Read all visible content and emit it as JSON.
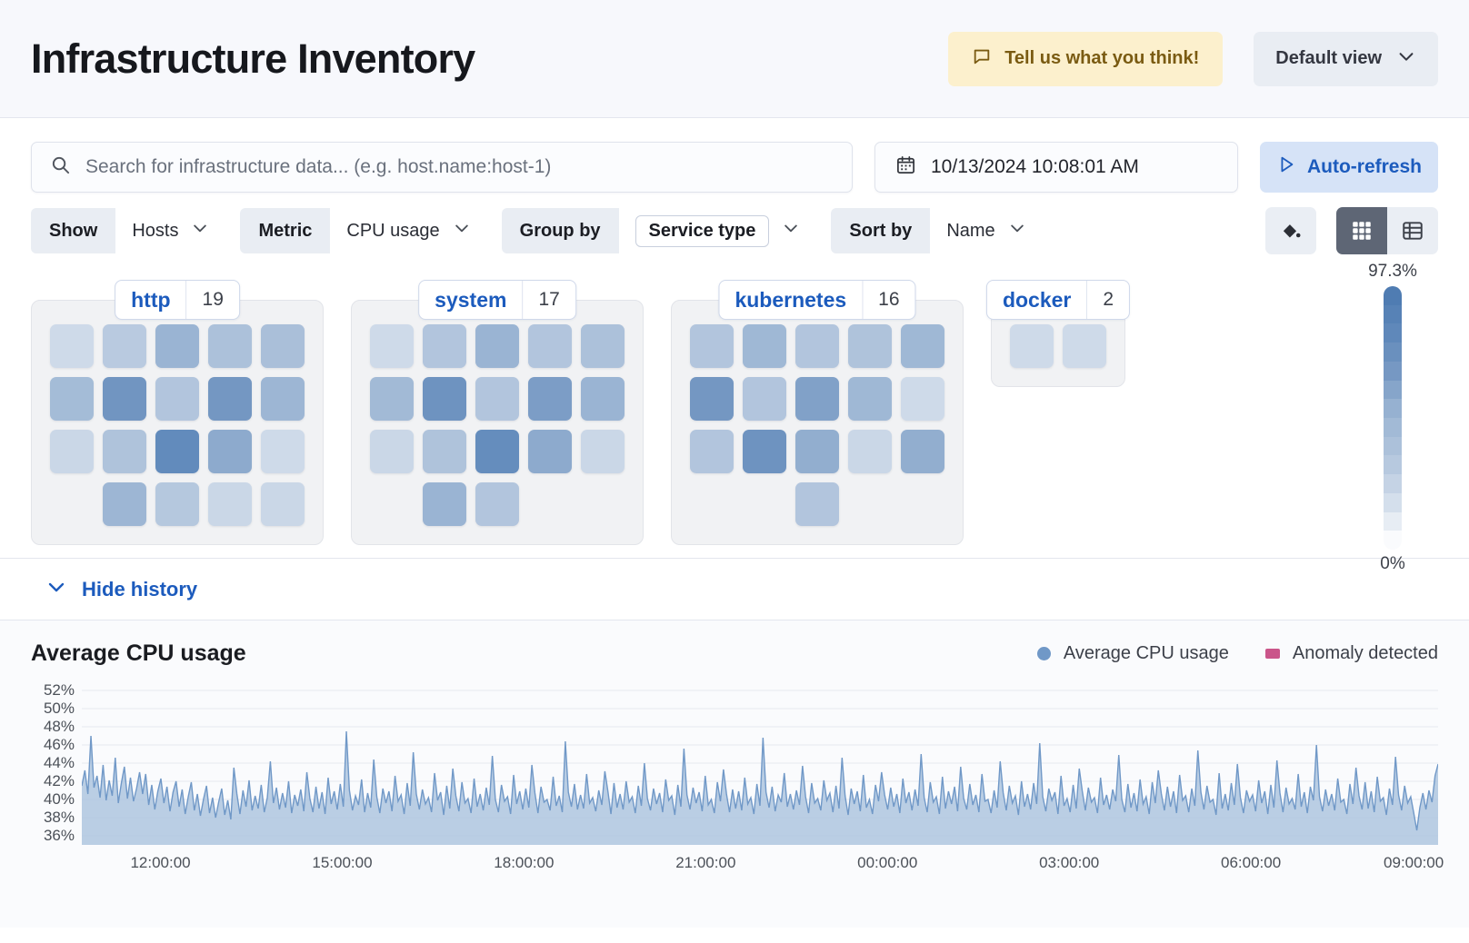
{
  "header": {
    "title": "Infrastructure Inventory",
    "feedback_label": "Tell us what you think!",
    "feedback_icon": "comment-icon",
    "view_label": "Default view",
    "view_chevron": "chevron-down-icon"
  },
  "query": {
    "search_placeholder": "Search for infrastructure data... (e.g. host.name:host-1)",
    "search_value": "",
    "search_icon": "search-icon",
    "date_value": "10/13/2024 10:08:01 AM",
    "date_icon": "calendar-icon",
    "refresh_label": "Auto-refresh",
    "refresh_icon": "play-icon"
  },
  "filters": [
    {
      "label": "Show",
      "value": "Hosts",
      "boxed": false
    },
    {
      "label": "Metric",
      "value": "CPU usage",
      "boxed": false
    },
    {
      "label": "Group by",
      "value": "Service type",
      "boxed": true
    },
    {
      "label": "Sort by",
      "value": "Name",
      "boxed": false
    }
  ],
  "toolbar": {
    "fill_icon": "paint-bucket-icon",
    "grid_view_icon": "grid-view-icon",
    "table_view_icon": "table-view-icon",
    "active_view": "grid"
  },
  "groups": [
    {
      "name": "http",
      "count": "19",
      "rows": [
        [
          {
            "v": 0.18
          },
          {
            "v": 0.3
          },
          {
            "v": 0.52
          },
          {
            "v": 0.38
          },
          {
            "v": 0.4
          }
        ],
        [
          {
            "v": 0.44
          },
          {
            "v": 0.72
          },
          {
            "v": 0.34
          },
          {
            "v": 0.7
          },
          {
            "v": 0.5
          }
        ],
        [
          {
            "v": 0.2
          },
          {
            "v": 0.36
          },
          {
            "v": 0.82
          },
          {
            "v": 0.58
          },
          {
            "v": 0.18
          }
        ],
        [
          {
            "v": null
          },
          {
            "v": 0.5
          },
          {
            "v": 0.32
          },
          {
            "v": 0.2
          },
          {
            "v": 0.2
          }
        ]
      ]
    },
    {
      "name": "system",
      "count": "17",
      "rows": [
        [
          {
            "v": 0.18
          },
          {
            "v": 0.34
          },
          {
            "v": 0.52
          },
          {
            "v": 0.34
          },
          {
            "v": 0.38
          }
        ],
        [
          {
            "v": 0.46
          },
          {
            "v": 0.74
          },
          {
            "v": 0.34
          },
          {
            "v": 0.66
          },
          {
            "v": 0.52
          }
        ],
        [
          {
            "v": 0.2
          },
          {
            "v": 0.36
          },
          {
            "v": 0.8
          },
          {
            "v": 0.58
          },
          {
            "v": 0.2
          }
        ],
        [
          {
            "v": null
          },
          {
            "v": 0.52
          },
          {
            "v": 0.34
          },
          {
            "v": null
          },
          {
            "v": null
          }
        ]
      ]
    },
    {
      "name": "kubernetes",
      "count": "16",
      "rows": [
        [
          {
            "v": 0.34
          },
          {
            "v": 0.48
          },
          {
            "v": 0.34
          },
          {
            "v": 0.36
          },
          {
            "v": 0.48
          }
        ],
        [
          {
            "v": 0.7
          },
          {
            "v": 0.34
          },
          {
            "v": 0.64
          },
          {
            "v": 0.48
          },
          {
            "v": 0.18
          }
        ],
        [
          {
            "v": 0.34
          },
          {
            "v": 0.74
          },
          {
            "v": 0.56
          },
          {
            "v": 0.2
          },
          {
            "v": 0.56
          }
        ],
        [
          {
            "v": null
          },
          {
            "v": null
          },
          {
            "v": 0.34
          },
          {
            "v": null
          },
          {
            "v": null
          }
        ]
      ]
    },
    {
      "name": "docker",
      "count": "2",
      "rows": [
        [
          {
            "v": 0.18
          },
          {
            "v": 0.18
          }
        ]
      ]
    }
  ],
  "legend_scale": {
    "max_label": "97.3%",
    "min_label": "0%",
    "color_max": "#5f8bc0",
    "color_min": "#fbfcfe"
  },
  "history": {
    "toggle_label": "Hide history",
    "toggle_icon": "chevron-down-icon"
  },
  "chart_data": {
    "type": "area",
    "title": "Average CPU usage",
    "xlabel": "",
    "ylabel": "",
    "grid": true,
    "legend_position": "top-right",
    "legend": [
      {
        "name": "Average CPU usage",
        "marker": "circle",
        "color": "#7098c7"
      },
      {
        "name": "Anomaly detected",
        "marker": "square",
        "color": "#ca558a"
      }
    ],
    "ylim": [
      35,
      53
    ],
    "ytick_labels": [
      "52%",
      "50%",
      "48%",
      "46%",
      "44%",
      "42%",
      "40%",
      "38%",
      "36%"
    ],
    "ytick_values": [
      52,
      50,
      48,
      46,
      44,
      42,
      40,
      38,
      36
    ],
    "xtick_labels": [
      "12:00:00",
      "15:00:00",
      "18:00:00",
      "21:00:00",
      "00:00:00",
      "03:00:00",
      "06:00:00",
      "09:00:00"
    ],
    "xtick_positions": [
      0.058,
      0.192,
      0.326,
      0.46,
      0.594,
      0.728,
      0.862,
      0.982
    ],
    "series": [
      {
        "name": "Average CPU usage",
        "color": "#7098c7",
        "fill": "#aec6df",
        "values": [
          41.5,
          43.2,
          40.6,
          47.0,
          41.3,
          42.6,
          40.2,
          43.8,
          39.9,
          42.1,
          40.4,
          44.6,
          39.6,
          41.8,
          43.6,
          40.1,
          42.4,
          39.8,
          41.2,
          43.0,
          40.6,
          42.8,
          39.4,
          41.6,
          38.9,
          40.9,
          42.3,
          39.6,
          41.4,
          38.7,
          40.8,
          42.0,
          39.2,
          41.1,
          38.4,
          40.3,
          41.9,
          38.8,
          40.6,
          38.2,
          40.0,
          41.5,
          38.5,
          40.2,
          38.0,
          39.7,
          41.2,
          38.3,
          39.9,
          37.8,
          43.5,
          40.6,
          38.4,
          41.0,
          39.2,
          42.1,
          38.8,
          40.4,
          39.0,
          41.6,
          38.6,
          40.2,
          44.2,
          39.6,
          41.3,
          38.9,
          40.7,
          39.1,
          42.0,
          38.5,
          40.5,
          39.3,
          41.1,
          38.7,
          43.0,
          40.1,
          38.6,
          41.4,
          39.0,
          40.8,
          38.4,
          42.4,
          39.5,
          40.9,
          38.9,
          41.7,
          39.2,
          47.5,
          41.0,
          38.8,
          40.4,
          39.4,
          42.2,
          38.6,
          40.7,
          39.1,
          44.4,
          40.3,
          38.5,
          41.2,
          39.6,
          40.9,
          38.7,
          42.6,
          39.8,
          40.5,
          38.4,
          41.8,
          39.3,
          45.2,
          40.6,
          38.9,
          41.1,
          39.5,
          40.2,
          38.6,
          42.9,
          39.9,
          40.8,
          38.3,
          41.5,
          39.0,
          43.4,
          40.4,
          38.7,
          41.9,
          39.6,
          40.1,
          38.5,
          42.3,
          39.2,
          40.6,
          38.8,
          41.3,
          39.4,
          44.8,
          40.0,
          38.6,
          41.6,
          39.8,
          40.3,
          38.4,
          42.7,
          39.5,
          40.9,
          38.9,
          41.2,
          39.1,
          43.8,
          40.7,
          38.5,
          41.4,
          39.7,
          40.0,
          38.8,
          42.5,
          39.3,
          40.4,
          38.6,
          46.4,
          40.8,
          39.2,
          41.7,
          38.9,
          40.5,
          39.0,
          42.8,
          39.6,
          40.2,
          38.7,
          41.0,
          39.4,
          43.1,
          40.9,
          38.4,
          41.8,
          39.1,
          40.6,
          38.9,
          42.0,
          39.7,
          40.3,
          38.5,
          41.5,
          39.3,
          44.0,
          40.1,
          38.8,
          41.2,
          39.5,
          40.7,
          38.6,
          42.2,
          39.9,
          40.4,
          38.3,
          41.6,
          39.2,
          45.6,
          40.5,
          38.9,
          41.3,
          39.6,
          40.8,
          38.7,
          42.6,
          39.4,
          40.0,
          38.5,
          41.9,
          39.8,
          43.3,
          40.6,
          38.6,
          41.1,
          39.0,
          40.9,
          38.8,
          42.4,
          39.5,
          40.2,
          38.4,
          41.7,
          39.3,
          46.8,
          40.8,
          39.1,
          41.4,
          38.7,
          40.5,
          39.7,
          42.9,
          39.2,
          40.6,
          38.9,
          41.0,
          39.4,
          43.7,
          40.3,
          38.5,
          41.8,
          39.6,
          40.1,
          38.8,
          42.1,
          39.9,
          40.7,
          38.6,
          41.5,
          39.0,
          44.6,
          40.4,
          38.3,
          41.2,
          39.5,
          40.9,
          38.7,
          42.7,
          39.1,
          40.0,
          38.4,
          41.6,
          39.8,
          43.0,
          40.5,
          38.9,
          41.3,
          39.2,
          40.6,
          38.5,
          42.3,
          39.6,
          40.8,
          38.8,
          41.1,
          39.3,
          45.0,
          40.2,
          38.6,
          41.9,
          39.7,
          40.3,
          38.4,
          42.5,
          39.0,
          40.9,
          39.5,
          41.4,
          38.7,
          43.6,
          40.1,
          38.9,
          41.7,
          39.4,
          40.5,
          38.6,
          42.8,
          39.8,
          40.0,
          38.5,
          41.0,
          39.1,
          44.2,
          40.7,
          38.8,
          41.5,
          39.6,
          40.4,
          38.3,
          42.0,
          39.2,
          40.6,
          38.9,
          41.8,
          39.5,
          46.2,
          40.3,
          38.7,
          41.2,
          39.9,
          40.8,
          38.4,
          42.6,
          39.3,
          40.1,
          38.6,
          41.6,
          39.0,
          43.4,
          40.9,
          38.8,
          41.3,
          39.7,
          40.2,
          38.5,
          42.4,
          39.4,
          40.5,
          38.9,
          41.1,
          39.8,
          44.9,
          40.0,
          38.6,
          41.7,
          39.1,
          40.7,
          38.7,
          42.2,
          39.5,
          40.3,
          38.4,
          41.9,
          39.6,
          43.2,
          40.6,
          38.8,
          41.4,
          39.2,
          40.9,
          38.5,
          42.7,
          39.9,
          40.4,
          38.6,
          41.2,
          39.3,
          45.4,
          40.8,
          38.9,
          41.5,
          39.7,
          40.0,
          38.3,
          42.9,
          39.0,
          40.6,
          38.8,
          41.8,
          39.4,
          43.9,
          40.2,
          38.5,
          41.0,
          39.8,
          40.5,
          38.7,
          42.1,
          39.6,
          40.9,
          38.4,
          41.6,
          39.1,
          44.3,
          40.7,
          38.6,
          41.3,
          39.5,
          40.1,
          38.9,
          42.8,
          39.2,
          40.8,
          38.5,
          41.4,
          39.9,
          46.0,
          40.3,
          38.7,
          41.1,
          39.3,
          40.6,
          38.8,
          42.3,
          39.7,
          40.0,
          38.4,
          41.7,
          39.5,
          43.5,
          40.4,
          38.9,
          41.9,
          39.0,
          40.9,
          38.6,
          42.5,
          39.8,
          40.2,
          38.3,
          41.2,
          39.4,
          44.7,
          40.5,
          38.8,
          41.5,
          39.6,
          40.3,
          38.5,
          36.6,
          39.1,
          40.7,
          38.9,
          41.0,
          39.7,
          42.6,
          43.9
        ]
      }
    ]
  }
}
